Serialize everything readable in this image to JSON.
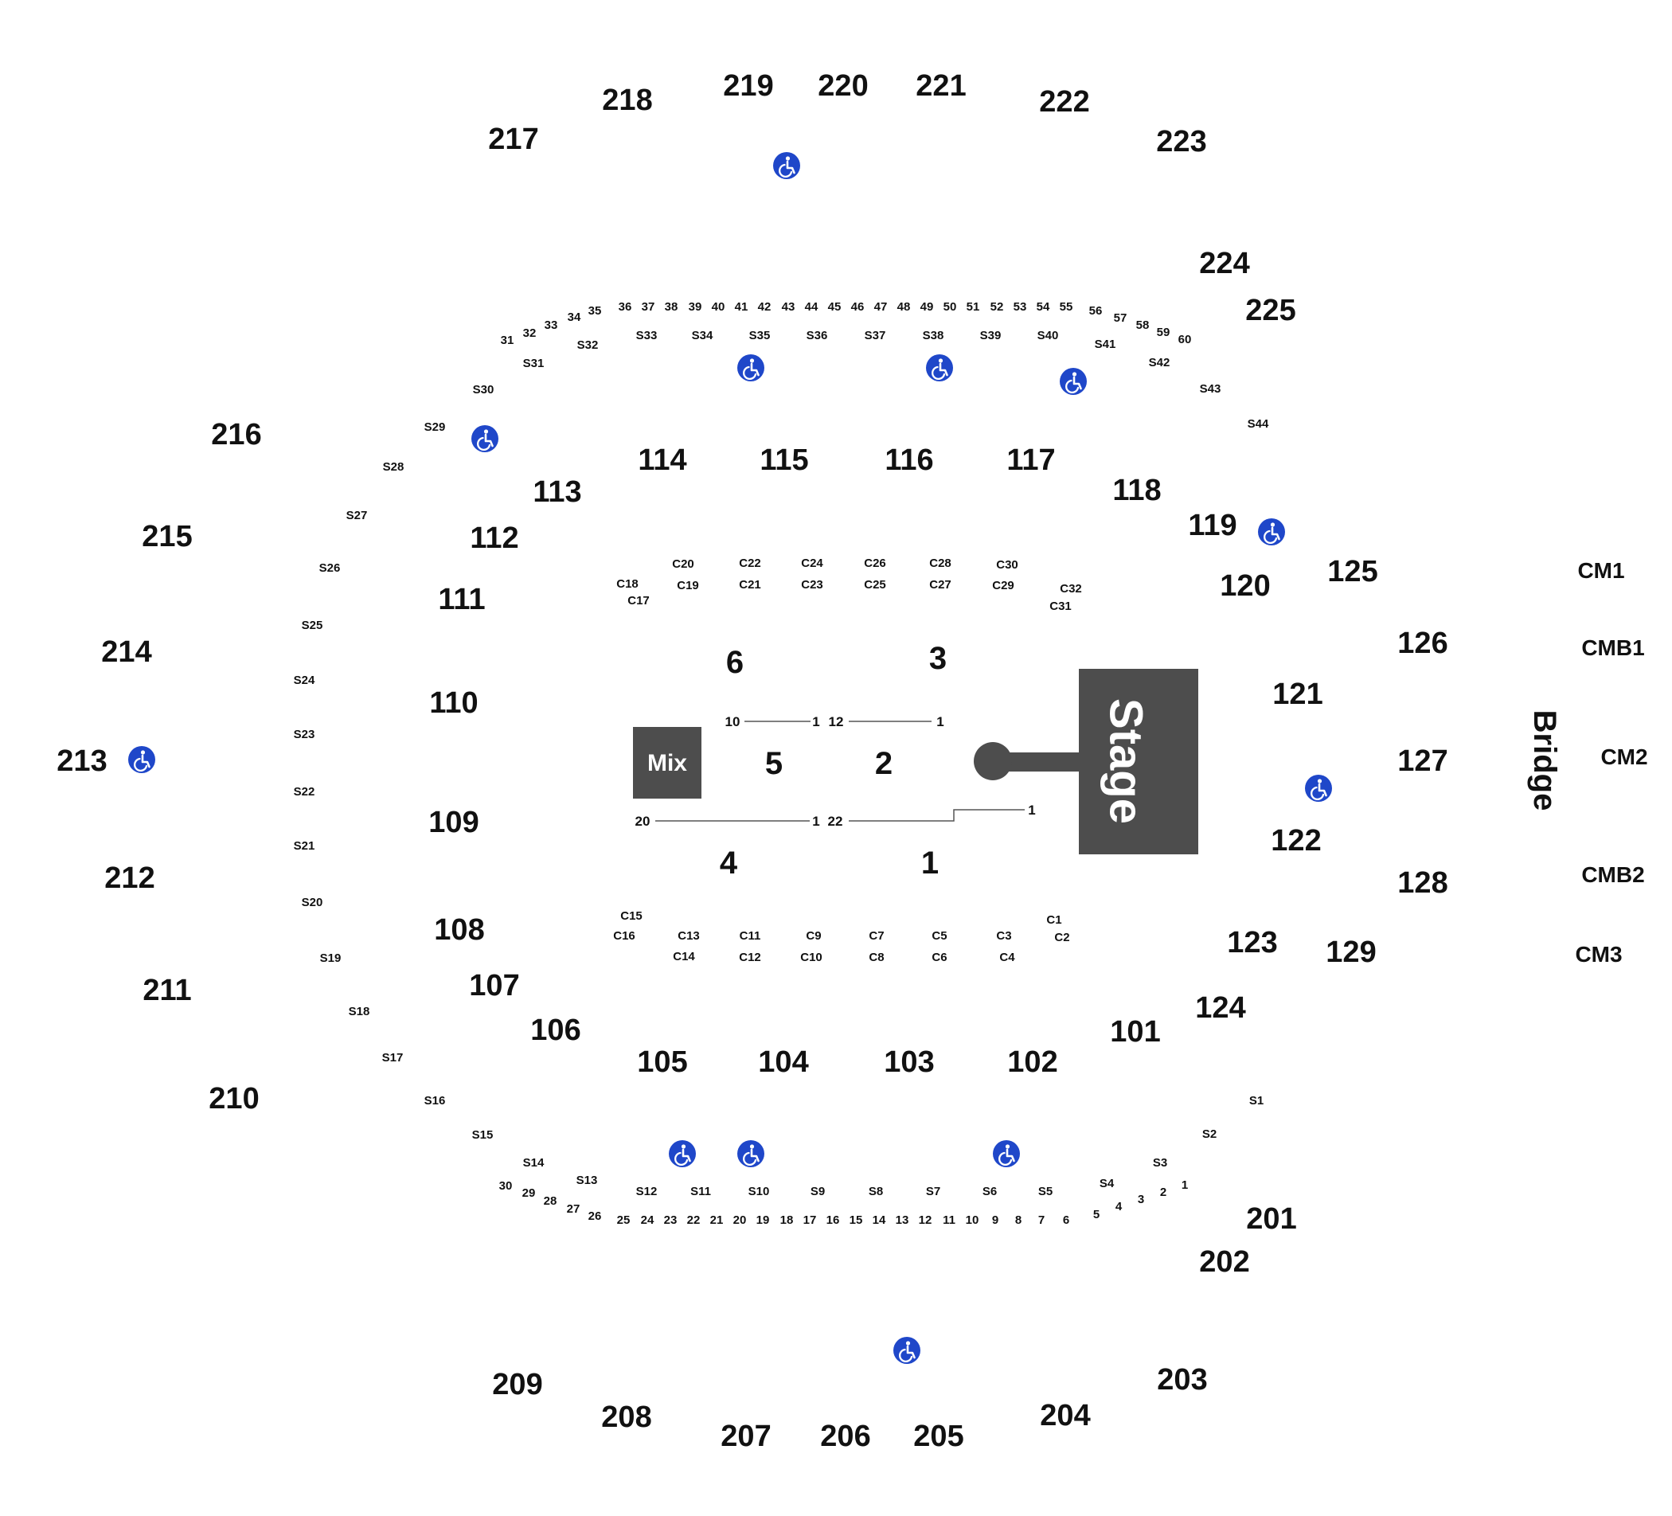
{
  "colors": {
    "stage": "#4d4d4d",
    "accessible": "#1f47c9",
    "line": "#555555"
  },
  "stage": {
    "label": "Stage"
  },
  "mix": {
    "label": "Mix"
  },
  "bridge": {
    "label": "Bridge"
  },
  "icons": {
    "accessible": "wheelchair-icon"
  },
  "upper_sections": [
    "217",
    "218",
    "219",
    "220",
    "221",
    "222",
    "223",
    "224",
    "225",
    "216",
    "215",
    "214",
    "213",
    "212",
    "211",
    "210",
    "209",
    "208",
    "207",
    "206",
    "205",
    "204",
    "203",
    "202",
    "201"
  ],
  "lower_sections": [
    "114",
    "115",
    "116",
    "117",
    "113",
    "118",
    "112",
    "119",
    "111",
    "120",
    "110",
    "121",
    "122",
    "109",
    "108",
    "123",
    "107",
    "124",
    "106",
    "101",
    "105",
    "104",
    "103",
    "102",
    "125",
    "126",
    "127",
    "128",
    "129"
  ],
  "floor_sections": [
    "6",
    "3",
    "5",
    "2",
    "4",
    "1"
  ],
  "floor_rows": [
    "10",
    "1",
    "12",
    "1",
    "20",
    "1",
    "22",
    "1"
  ],
  "box_labels": [
    "CM1",
    "CMB1",
    "CM2",
    "CMB2",
    "CM3"
  ],
  "suites": [
    "S1",
    "S2",
    "S3",
    "S4",
    "S5",
    "S6",
    "S7",
    "S8",
    "S9",
    "S10",
    "S11",
    "S12",
    "S13",
    "S14",
    "S15",
    "S16",
    "S17",
    "S18",
    "S19",
    "S20",
    "S21",
    "S22",
    "S23",
    "S24",
    "S25",
    "S26",
    "S27",
    "S28",
    "S29",
    "S30",
    "S31",
    "S32",
    "S33",
    "S34",
    "S35",
    "S36",
    "S37",
    "S38",
    "S39",
    "S40",
    "S41",
    "S42",
    "S43",
    "S44"
  ],
  "clubs": [
    "C1",
    "C2",
    "C3",
    "C4",
    "C5",
    "C6",
    "C7",
    "C8",
    "C9",
    "C10",
    "C11",
    "C12",
    "C13",
    "C14",
    "C15",
    "C16",
    "C17",
    "C18",
    "C19",
    "C20",
    "C21",
    "C22",
    "C23",
    "C24",
    "C25",
    "C26",
    "C27",
    "C28",
    "C29",
    "C30",
    "C31",
    "C32"
  ],
  "seats_top": [
    "31",
    "32",
    "33",
    "34",
    "35",
    "36",
    "37",
    "38",
    "39",
    "40",
    "41",
    "42",
    "43",
    "44",
    "45",
    "46",
    "47",
    "48",
    "49",
    "50",
    "51",
    "52",
    "53",
    "54",
    "55",
    "56",
    "57",
    "58",
    "59",
    "60"
  ],
  "seats_bottom": [
    "30",
    "29",
    "28",
    "27",
    "26",
    "25",
    "24",
    "23",
    "22",
    "21",
    "20",
    "19",
    "18",
    "17",
    "16",
    "15",
    "14",
    "13",
    "12",
    "11",
    "10",
    "9",
    "8",
    "7",
    "6",
    "5",
    "4",
    "3",
    "2",
    "1"
  ]
}
